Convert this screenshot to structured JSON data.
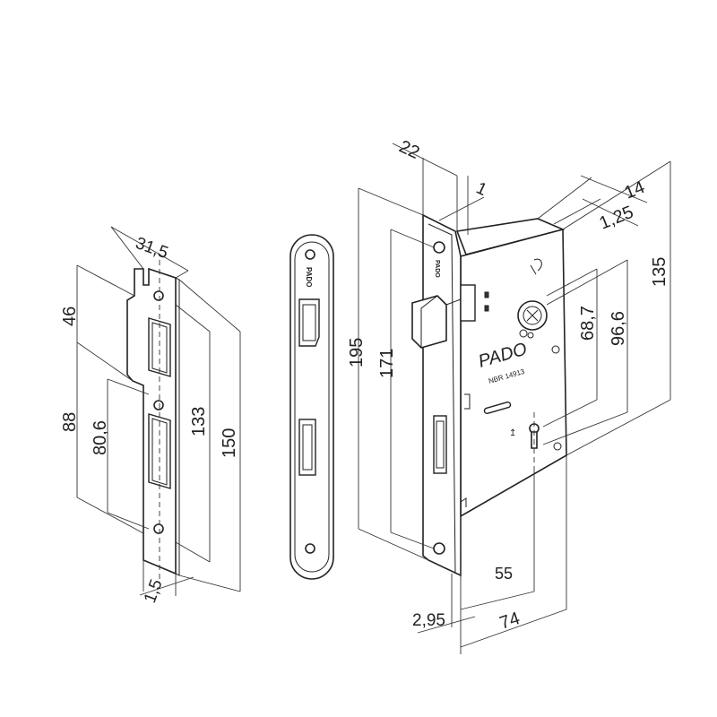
{
  "strike_plate": {
    "dims": {
      "width": "31,5",
      "top": "46",
      "lower": "88",
      "slot": "80,6",
      "inner": "133",
      "total": "150",
      "thick": "1,5"
    }
  },
  "face_plate": {
    "brand_mark": "PADO"
  },
  "lock_body": {
    "brand": "PADO",
    "model": "NBR 14913",
    "dims": {
      "plate_width": "22",
      "offset": "1",
      "depth": "14",
      "plate_thick": "1,25",
      "total_height": "195",
      "inner_height": "171",
      "center_68": "68,7",
      "center_96": "96,6",
      "body_height": "135",
      "backset": "55",
      "front_offset": "2,95",
      "body_depth": "74"
    }
  }
}
